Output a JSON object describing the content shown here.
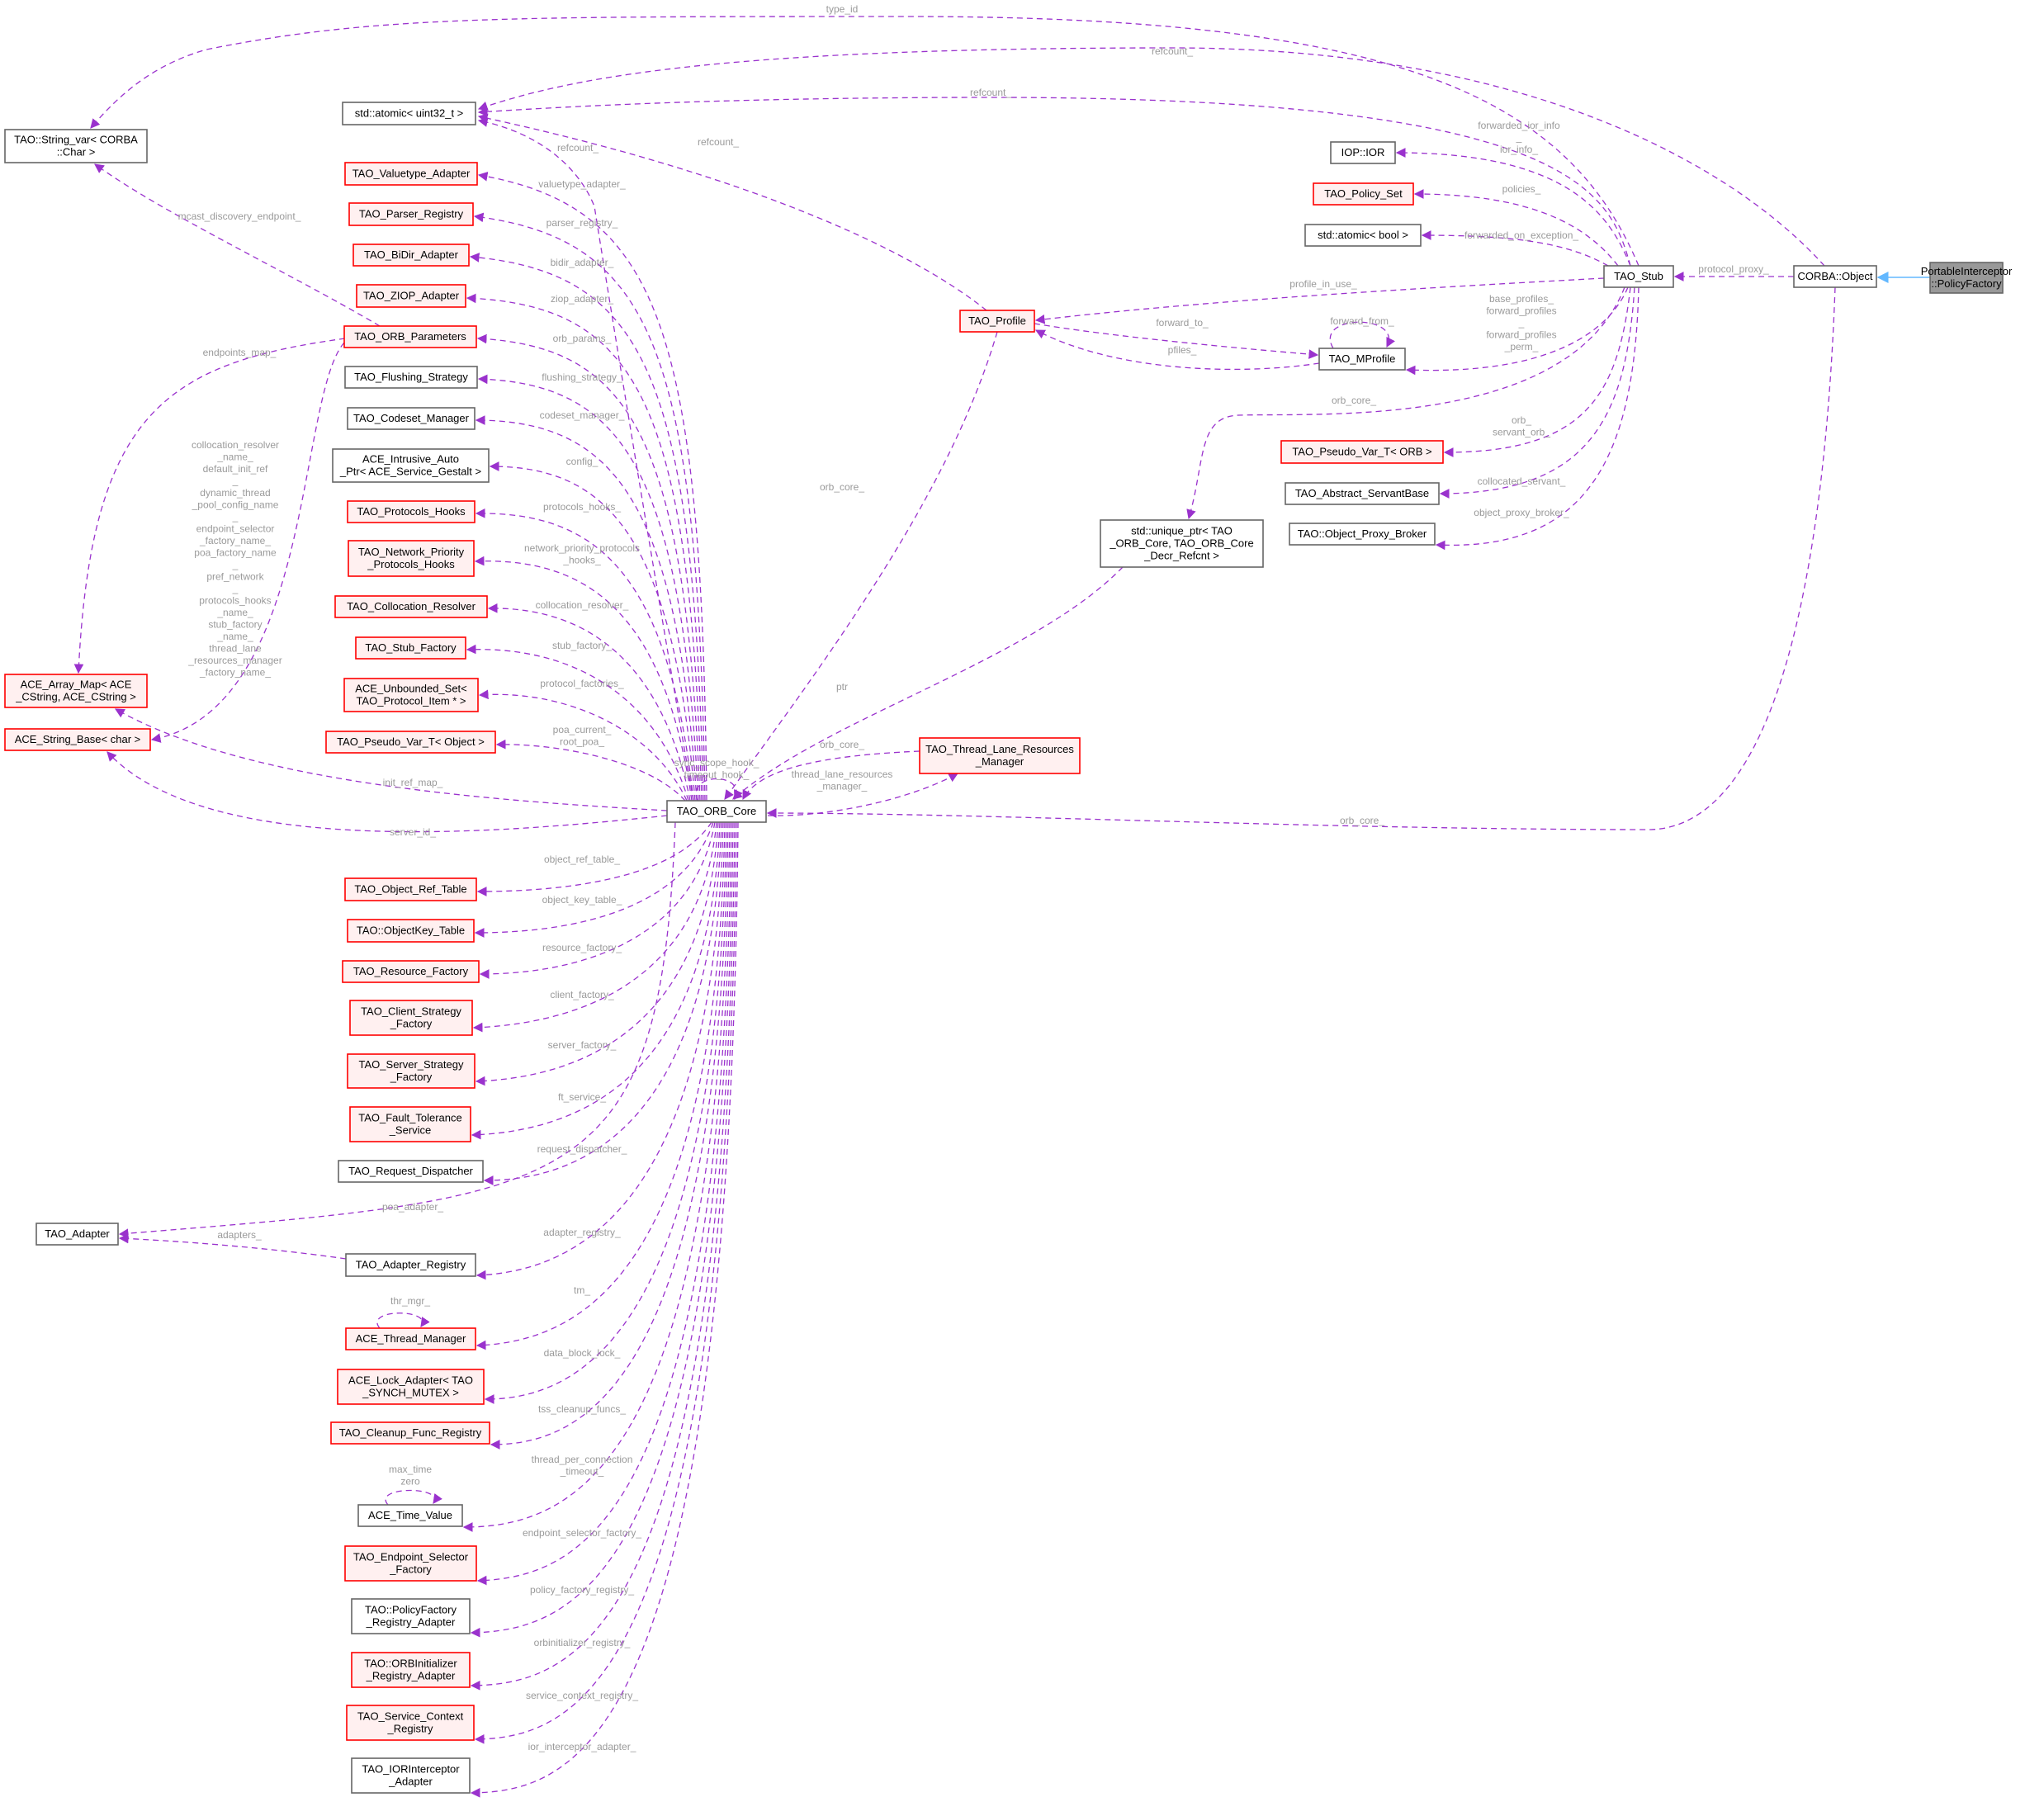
{
  "colors": {
    "plain_border": "#666666",
    "red_border": "#ff0000",
    "red_fill": "#fff0f0",
    "focus_fill": "#999999",
    "focus_border": "#666666",
    "edge": "#9a32cd",
    "edge_label": "#9a9a9a",
    "inherit": "#63b8ff"
  },
  "nodes": [
    {
      "id": "policy_factory",
      "lines": [
        "PortableInterceptor",
        "::PolicyFactory"
      ],
      "style": "focus"
    },
    {
      "id": "corba_object",
      "lines": [
        "CORBA::Object"
      ],
      "style": "plain"
    },
    {
      "id": "tao_stub",
      "lines": [
        "TAO_Stub"
      ],
      "style": "plain"
    },
    {
      "id": "iop_ior",
      "lines": [
        "IOP::IOR"
      ],
      "style": "plain"
    },
    {
      "id": "policy_set",
      "lines": [
        "TAO_Policy_Set"
      ],
      "style": "red"
    },
    {
      "id": "atomic_bool",
      "lines": [
        "std::atomic< bool >"
      ],
      "style": "plain"
    },
    {
      "id": "mprofile",
      "lines": [
        "TAO_MProfile"
      ],
      "style": "plain"
    },
    {
      "id": "pseudo_orb",
      "lines": [
        "TAO_Pseudo_Var_T< ORB >"
      ],
      "style": "red"
    },
    {
      "id": "abstract_servant",
      "lines": [
        "TAO_Abstract_ServantBase"
      ],
      "style": "plain"
    },
    {
      "id": "proxy_broker",
      "lines": [
        "TAO::Object_Proxy_Broker"
      ],
      "style": "plain"
    },
    {
      "id": "tao_profile",
      "lines": [
        "TAO_Profile"
      ],
      "style": "red"
    },
    {
      "id": "unique_ptr",
      "lines": [
        "std::unique_ptr< TAO",
        "_ORB_Core, TAO_ORB_Core",
        "_Decr_Refcnt >"
      ],
      "style": "plain"
    },
    {
      "id": "thread_lane",
      "lines": [
        "TAO_Thread_Lane_Resources",
        "_Manager"
      ],
      "style": "red"
    },
    {
      "id": "orb_core",
      "lines": [
        "TAO_ORB_Core"
      ],
      "style": "plain"
    },
    {
      "id": "atomic_u32",
      "lines": [
        "std::atomic< uint32_t >"
      ],
      "style": "plain"
    },
    {
      "id": "string_var",
      "lines": [
        "TAO::String_var< CORBA",
        "::Char >"
      ],
      "style": "plain"
    },
    {
      "id": "array_map",
      "lines": [
        "ACE_Array_Map< ACE",
        "_CString, ACE_CString >"
      ],
      "style": "red"
    },
    {
      "id": "string_base",
      "lines": [
        "ACE_String_Base< char >"
      ],
      "style": "red"
    },
    {
      "id": "tao_adapter",
      "lines": [
        "TAO_Adapter"
      ],
      "style": "plain"
    },
    {
      "id": "valuetype",
      "lines": [
        "TAO_Valuetype_Adapter"
      ],
      "style": "red"
    },
    {
      "id": "parser_reg",
      "lines": [
        "TAO_Parser_Registry"
      ],
      "style": "red"
    },
    {
      "id": "bidir",
      "lines": [
        "TAO_BiDir_Adapter"
      ],
      "style": "red"
    },
    {
      "id": "ziop",
      "lines": [
        "TAO_ZIOP_Adapter"
      ],
      "style": "red"
    },
    {
      "id": "orb_params",
      "lines": [
        "TAO_ORB_Parameters"
      ],
      "style": "red"
    },
    {
      "id": "flushing",
      "lines": [
        "TAO_Flushing_Strategy"
      ],
      "style": "plain"
    },
    {
      "id": "codeset",
      "lines": [
        "TAO_Codeset_Manager"
      ],
      "style": "plain"
    },
    {
      "id": "intrusive",
      "lines": [
        "ACE_Intrusive_Auto",
        "_Ptr< ACE_Service_Gestalt >"
      ],
      "style": "plain"
    },
    {
      "id": "protocols_hooks",
      "lines": [
        "TAO_Protocols_Hooks"
      ],
      "style": "red"
    },
    {
      "id": "net_priority",
      "lines": [
        "TAO_Network_Priority",
        "_Protocols_Hooks"
      ],
      "style": "red"
    },
    {
      "id": "colloc_resolver",
      "lines": [
        "TAO_Collocation_Resolver"
      ],
      "style": "red"
    },
    {
      "id": "stub_factory",
      "lines": [
        "TAO_Stub_Factory"
      ],
      "style": "red"
    },
    {
      "id": "unbounded_set",
      "lines": [
        "ACE_Unbounded_Set<",
        "TAO_Protocol_Item * >"
      ],
      "style": "red"
    },
    {
      "id": "pseudo_object",
      "lines": [
        "TAO_Pseudo_Var_T< Object >"
      ],
      "style": "red"
    },
    {
      "id": "obj_ref_table",
      "lines": [
        "TAO_Object_Ref_Table"
      ],
      "style": "red"
    },
    {
      "id": "objkey_table",
      "lines": [
        "TAO::ObjectKey_Table"
      ],
      "style": "red"
    },
    {
      "id": "resource_factory",
      "lines": [
        "TAO_Resource_Factory"
      ],
      "style": "red"
    },
    {
      "id": "client_strategy",
      "lines": [
        "TAO_Client_Strategy",
        "_Factory"
      ],
      "style": "red"
    },
    {
      "id": "server_strategy",
      "lines": [
        "TAO_Server_Strategy",
        "_Factory"
      ],
      "style": "red"
    },
    {
      "id": "fault_tolerance",
      "lines": [
        "TAO_Fault_Tolerance",
        "_Service"
      ],
      "style": "red"
    },
    {
      "id": "request_dispatcher",
      "lines": [
        "TAO_Request_Dispatcher"
      ],
      "style": "plain"
    },
    {
      "id": "adapter_registry",
      "lines": [
        "TAO_Adapter_Registry"
      ],
      "style": "plain"
    },
    {
      "id": "thread_manager",
      "lines": [
        "ACE_Thread_Manager"
      ],
      "style": "red"
    },
    {
      "id": "lock_adapter",
      "lines": [
        "ACE_Lock_Adapter< TAO",
        "_SYNCH_MUTEX >"
      ],
      "style": "red"
    },
    {
      "id": "cleanup_func",
      "lines": [
        "TAO_Cleanup_Func_Registry"
      ],
      "style": "red"
    },
    {
      "id": "time_value",
      "lines": [
        "ACE_Time_Value"
      ],
      "style": "plain"
    },
    {
      "id": "endpoint_selector",
      "lines": [
        "TAO_Endpoint_Selector",
        "_Factory"
      ],
      "style": "red"
    },
    {
      "id": "policy_factory_reg",
      "lines": [
        "TAO::PolicyFactory",
        "_Registry_Adapter"
      ],
      "style": "plain"
    },
    {
      "id": "orbinit_reg",
      "lines": [
        "TAO::ORBInitializer",
        "_Registry_Adapter"
      ],
      "style": "red"
    },
    {
      "id": "service_context",
      "lines": [
        "TAO_Service_Context",
        "_Registry"
      ],
      "style": "red"
    },
    {
      "id": "ior_interceptor",
      "lines": [
        "TAO_IORInterceptor",
        "_Adapter"
      ],
      "style": "plain"
    }
  ],
  "edges": [
    {
      "id": "e_type_id",
      "from": "tao_stub",
      "to": "string_var",
      "label": [
        "type_id"
      ]
    },
    {
      "id": "e_refcount_obj",
      "from": "corba_object",
      "to": "atomic_u32",
      "label": [
        "refcount_"
      ]
    },
    {
      "id": "e_refcount_stub",
      "from": "tao_stub",
      "to": "atomic_u32",
      "label": [
        "refcount_"
      ]
    },
    {
      "id": "e_refcount_profile",
      "from": "tao_profile",
      "to": "atomic_u32",
      "label": [
        "refcount_"
      ]
    },
    {
      "id": "e_refcount_core",
      "from": "orb_core",
      "to": "atomic_u32",
      "label": [
        "refcount_"
      ]
    },
    {
      "id": "e_fwd_ior",
      "from": "tao_stub",
      "to": "iop_ior",
      "label": [
        "forwarded_ior_info",
        "_",
        "ior_info_"
      ]
    },
    {
      "id": "e_policies",
      "from": "tao_stub",
      "to": "policy_set",
      "label": [
        "policies_"
      ]
    },
    {
      "id": "e_fwd_exc",
      "from": "tao_stub",
      "to": "atomic_bool",
      "label": [
        "forwarded_on_exception_"
      ]
    },
    {
      "id": "e_profile_in_use",
      "from": "tao_stub",
      "to": "tao_profile",
      "label": [
        "profile_in_use_"
      ]
    },
    {
      "id": "e_base_profiles",
      "from": "tao_stub",
      "to": "mprofile",
      "label": [
        "base_profiles_",
        "forward_profiles",
        "_",
        "forward_profiles",
        "_perm_"
      ]
    },
    {
      "id": "e_stub_orb_core",
      "from": "tao_stub",
      "to": "unique_ptr",
      "label": [
        "orb_core_"
      ]
    },
    {
      "id": "e_orb",
      "from": "tao_stub",
      "to": "pseudo_orb",
      "label": [
        "orb_",
        "servant_orb_"
      ]
    },
    {
      "id": "e_colloc_servant",
      "from": "tao_stub",
      "to": "abstract_servant",
      "label": [
        "collocated_servant_"
      ]
    },
    {
      "id": "e_proxy_broker",
      "from": "tao_stub",
      "to": "proxy_broker",
      "label": [
        "object_proxy_broker_"
      ]
    },
    {
      "id": "e_protocol_proxy",
      "from": "corba_object",
      "to": "tao_stub",
      "label": [
        "protocol_proxy_"
      ]
    },
    {
      "id": "e_obj_orb_core",
      "from": "corba_object",
      "to": "orb_core",
      "label": [
        "orb_core_"
      ]
    },
    {
      "id": "e_forward_to",
      "from": "tao_profile",
      "to": "mprofile",
      "label": [
        "forward_to_"
      ]
    },
    {
      "id": "e_pfiles",
      "from": "mprofile",
      "to": "tao_profile",
      "label": [
        "pfiles_"
      ]
    },
    {
      "id": "e_forward_from",
      "from": "mprofile",
      "to": "mprofile",
      "label": [
        "forward_from_"
      ]
    },
    {
      "id": "e_profile_orb_core",
      "from": "tao_profile",
      "to": "orb_core",
      "label": [
        "orb_core_"
      ]
    },
    {
      "id": "e_ptr",
      "from": "unique_ptr",
      "to": "orb_core",
      "label": [
        "ptr"
      ]
    },
    {
      "id": "e_lane_orb_core",
      "from": "thread_lane",
      "to": "orb_core",
      "label": [
        "orb_core_"
      ]
    },
    {
      "id": "e_lane_mgr",
      "from": "orb_core",
      "to": "thread_lane",
      "label": [
        "thread_lane_resources",
        "_manager_"
      ]
    },
    {
      "id": "e_sync_scope",
      "from": "orb_core",
      "to": "orb_core",
      "label": [
        "sync_scope_hook_",
        "timeout_hook_"
      ]
    },
    {
      "id": "e_mcast",
      "from": "orb_params",
      "to": "string_var",
      "label": [
        "mcast_discovery_endpoint_"
      ]
    },
    {
      "id": "e_endpoints_map",
      "from": "orb_params",
      "to": "array_map",
      "label": [
        "endpoints_map_"
      ]
    },
    {
      "id": "e_params_strings",
      "from": "orb_params",
      "to": "string_base",
      "label": [
        "collocation_resolver",
        "_name_",
        "default_init_ref",
        "_",
        "dynamic_thread",
        "_pool_config_name",
        "_",
        "endpoint_selector",
        "_factory_name_",
        "poa_factory_name",
        "_",
        "pref_network",
        "_",
        "protocols_hooks",
        "_name_",
        "stub_factory",
        "_name_",
        "thread_lane",
        "_resources_manager",
        "_factory_name_"
      ]
    },
    {
      "id": "e_init_ref_map",
      "from": "orb_core",
      "to": "array_map",
      "label": [
        "init_ref_map_"
      ]
    },
    {
      "id": "e_server_id",
      "from": "orb_core",
      "to": "string_base",
      "label": [
        "server_id_"
      ]
    },
    {
      "id": "e_poa_adapter",
      "from": "orb_core",
      "to": "tao_adapter",
      "label": [
        "poa_adapter_"
      ]
    },
    {
      "id": "e_adapters",
      "from": "adapter_registry",
      "to": "tao_adapter",
      "label": [
        "adapters_"
      ]
    },
    {
      "id": "e_thr_mgr",
      "from": "thread_manager",
      "to": "thread_manager",
      "label": [
        "thr_mgr_"
      ]
    },
    {
      "id": "e_max_time",
      "from": "time_value",
      "to": "time_value",
      "label": [
        "max_time",
        "zero"
      ]
    },
    {
      "id": "e_valuetype",
      "from": "orb_core",
      "to": "valuetype",
      "label": [
        "valuetype_adapter_"
      ]
    },
    {
      "id": "e_parser",
      "from": "orb_core",
      "to": "parser_reg",
      "label": [
        "parser_registry_"
      ]
    },
    {
      "id": "e_bidir",
      "from": "orb_core",
      "to": "bidir",
      "label": [
        "bidir_adapter_"
      ]
    },
    {
      "id": "e_ziop",
      "from": "orb_core",
      "to": "ziop",
      "label": [
        "ziop_adapter_"
      ]
    },
    {
      "id": "e_orb_params",
      "from": "orb_core",
      "to": "orb_params",
      "label": [
        "orb_params_"
      ]
    },
    {
      "id": "e_flushing",
      "from": "orb_core",
      "to": "flushing",
      "label": [
        "flushing_strategy_"
      ]
    },
    {
      "id": "e_codeset",
      "from": "orb_core",
      "to": "codeset",
      "label": [
        "codeset_manager_"
      ]
    },
    {
      "id": "e_config",
      "from": "orb_core",
      "to": "intrusive",
      "label": [
        "config_"
      ]
    },
    {
      "id": "e_protocols_hooks",
      "from": "orb_core",
      "to": "protocols_hooks",
      "label": [
        "protocols_hooks_"
      ]
    },
    {
      "id": "e_net_priority",
      "from": "orb_core",
      "to": "net_priority",
      "label": [
        "network_priority_protocols",
        "_hooks_"
      ]
    },
    {
      "id": "e_colloc_resolver",
      "from": "orb_core",
      "to": "colloc_resolver",
      "label": [
        "collocation_resolver_"
      ]
    },
    {
      "id": "e_stub_factory",
      "from": "orb_core",
      "to": "stub_factory",
      "label": [
        "stub_factory_"
      ]
    },
    {
      "id": "e_protocol_factories",
      "from": "orb_core",
      "to": "unbounded_set",
      "label": [
        "protocol_factories_"
      ]
    },
    {
      "id": "e_poa_current",
      "from": "orb_core",
      "to": "pseudo_object",
      "label": [
        "poa_current_",
        "root_poa_"
      ]
    },
    {
      "id": "e_obj_ref_table",
      "from": "orb_core",
      "to": "obj_ref_table",
      "label": [
        "object_ref_table_"
      ]
    },
    {
      "id": "e_objkey_table",
      "from": "orb_core",
      "to": "objkey_table",
      "label": [
        "object_key_table_"
      ]
    },
    {
      "id": "e_resource_factory",
      "from": "orb_core",
      "to": "resource_factory",
      "label": [
        "resource_factory_"
      ]
    },
    {
      "id": "e_client_factory",
      "from": "orb_core",
      "to": "client_strategy",
      "label": [
        "client_factory_"
      ]
    },
    {
      "id": "e_server_factory",
      "from": "orb_core",
      "to": "server_strategy",
      "label": [
        "server_factory_"
      ]
    },
    {
      "id": "e_ft_service",
      "from": "orb_core",
      "to": "fault_tolerance",
      "label": [
        "ft_service_"
      ]
    },
    {
      "id": "e_request_dispatcher",
      "from": "orb_core",
      "to": "request_dispatcher",
      "label": [
        "request_dispatcher_"
      ]
    },
    {
      "id": "e_adapter_registry",
      "from": "orb_core",
      "to": "adapter_registry",
      "label": [
        "adapter_registry_"
      ]
    },
    {
      "id": "e_tm",
      "from": "orb_core",
      "to": "thread_manager",
      "label": [
        "tm_"
      ]
    },
    {
      "id": "e_data_block_lock",
      "from": "orb_core",
      "to": "lock_adapter",
      "label": [
        "data_block_lock_"
      ]
    },
    {
      "id": "e_tss_cleanup",
      "from": "orb_core",
      "to": "cleanup_func",
      "label": [
        "tss_cleanup_funcs_"
      ]
    },
    {
      "id": "e_thread_per_conn",
      "from": "orb_core",
      "to": "time_value",
      "label": [
        "thread_per_connection",
        "_timeout_"
      ]
    },
    {
      "id": "e_endpoint_selector",
      "from": "orb_core",
      "to": "endpoint_selector",
      "label": [
        "endpoint_selector_factory_"
      ]
    },
    {
      "id": "e_policy_factory_reg",
      "from": "orb_core",
      "to": "policy_factory_reg",
      "label": [
        "policy_factory_registry_"
      ]
    },
    {
      "id": "e_orbinit_reg",
      "from": "orb_core",
      "to": "orbinit_reg",
      "label": [
        "orbinitializer_registry_"
      ]
    },
    {
      "id": "e_service_context",
      "from": "orb_core",
      "to": "service_context",
      "label": [
        "service_context_registry_"
      ]
    },
    {
      "id": "e_ior_interceptor",
      "from": "orb_core",
      "to": "ior_interceptor",
      "label": [
        "ior_interceptor_adapter_"
      ]
    }
  ],
  "inheritance": [
    {
      "id": "i_policy_factory",
      "from": "policy_factory",
      "to": "corba_object"
    }
  ]
}
